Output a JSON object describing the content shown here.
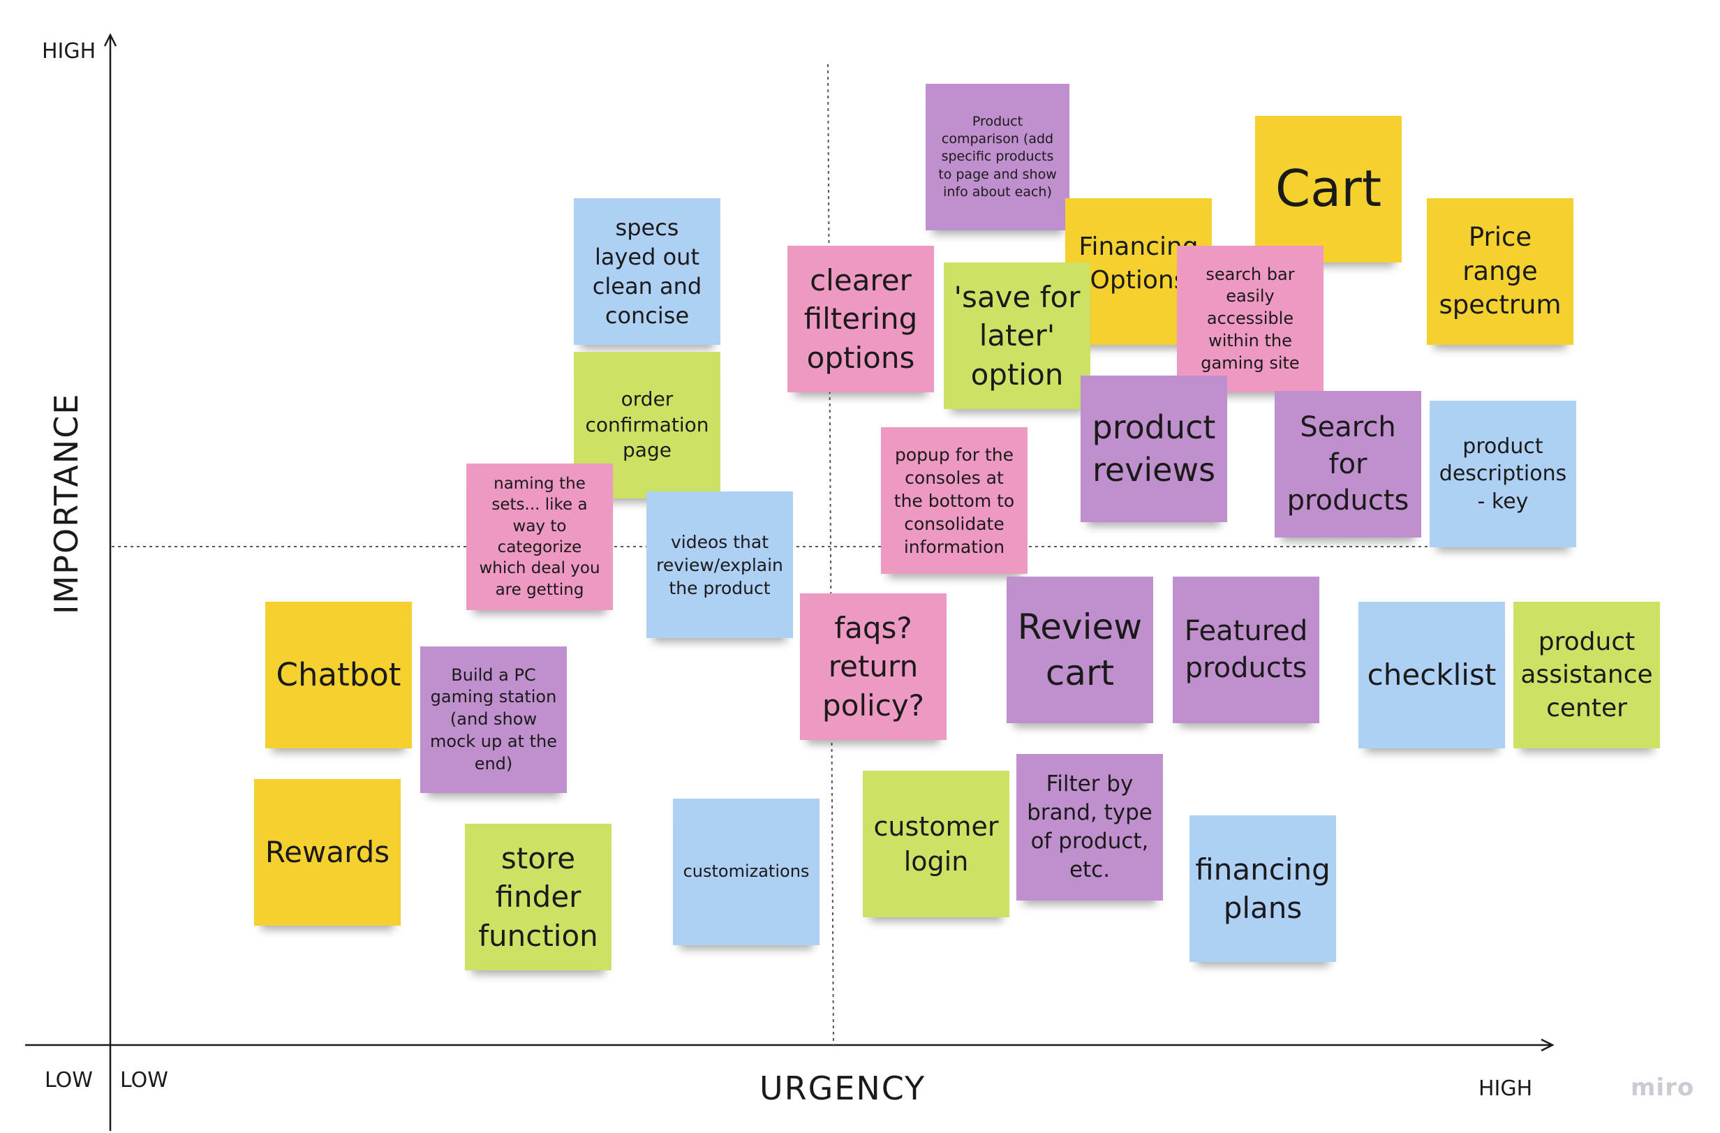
{
  "axes": {
    "y_title": "IMPORTANCE",
    "x_title": "URGENCY",
    "y_high": "HIGH",
    "y_low": "LOW",
    "x_low": "LOW",
    "x_high": "HIGH"
  },
  "brand": {
    "logo": "miro"
  },
  "colors": {
    "yellow": "#f5d12f",
    "blue": "#aed0f5",
    "green": "#cde165",
    "pink": "#ee99c2",
    "purple": "#c08fce"
  },
  "notes": [
    {
      "id": "product-comparison",
      "text": "Product comparison (add specific products to page and show info about each)",
      "color": "purple"
    },
    {
      "id": "cart",
      "text": "Cart",
      "color": "yellow"
    },
    {
      "id": "financing-options",
      "text": "Financing Options",
      "color": "yellow"
    },
    {
      "id": "price-range-spectrum",
      "text": "Price range spectrum",
      "color": "yellow"
    },
    {
      "id": "specs-layed-out",
      "text": "specs layed out clean and concise",
      "color": "blue"
    },
    {
      "id": "clearer-filtering-options",
      "text": "clearer filtering options",
      "color": "pink"
    },
    {
      "id": "save-for-later",
      "text": "'save for later' option",
      "color": "green"
    },
    {
      "id": "search-bar-accessible",
      "text": "search bar easily accessible within the gaming site",
      "color": "pink"
    },
    {
      "id": "order-confirmation-page",
      "text": "order confirmation page",
      "color": "green"
    },
    {
      "id": "product-reviews",
      "text": "product reviews",
      "color": "purple"
    },
    {
      "id": "search-for-products",
      "text": "Search for products",
      "color": "purple"
    },
    {
      "id": "product-descriptions-key",
      "text": "product descriptions - key",
      "color": "blue"
    },
    {
      "id": "popup-consoles",
      "text": "popup for the consoles at the bottom to consolidate information",
      "color": "pink"
    },
    {
      "id": "naming-the-sets",
      "text": "naming the sets... like a way to categorize which deal you are getting",
      "color": "pink"
    },
    {
      "id": "videos-review",
      "text": "videos that review/explain the product",
      "color": "blue"
    },
    {
      "id": "chatbot",
      "text": "Chatbot",
      "color": "yellow"
    },
    {
      "id": "build-a-pc",
      "text": "Build a PC gaming station (and show mock up at the end)",
      "color": "purple"
    },
    {
      "id": "faqs-return-policy",
      "text": "faqs? return policy?",
      "color": "pink"
    },
    {
      "id": "review-cart",
      "text": "Review cart",
      "color": "purple"
    },
    {
      "id": "featured-products",
      "text": "Featured products",
      "color": "purple"
    },
    {
      "id": "checklist",
      "text": "checklist",
      "color": "blue"
    },
    {
      "id": "product-assistance-center",
      "text": "product assistance center",
      "color": "green"
    },
    {
      "id": "rewards",
      "text": "Rewards",
      "color": "yellow"
    },
    {
      "id": "store-finder-function",
      "text": "store finder function",
      "color": "green"
    },
    {
      "id": "customizations",
      "text": "customizations",
      "color": "blue"
    },
    {
      "id": "customer-login",
      "text": "customer login",
      "color": "green"
    },
    {
      "id": "filter-by-brand",
      "text": "Filter by brand, type of product, etc.",
      "color": "purple"
    },
    {
      "id": "financing-plans",
      "text": "financing plans",
      "color": "blue"
    }
  ]
}
